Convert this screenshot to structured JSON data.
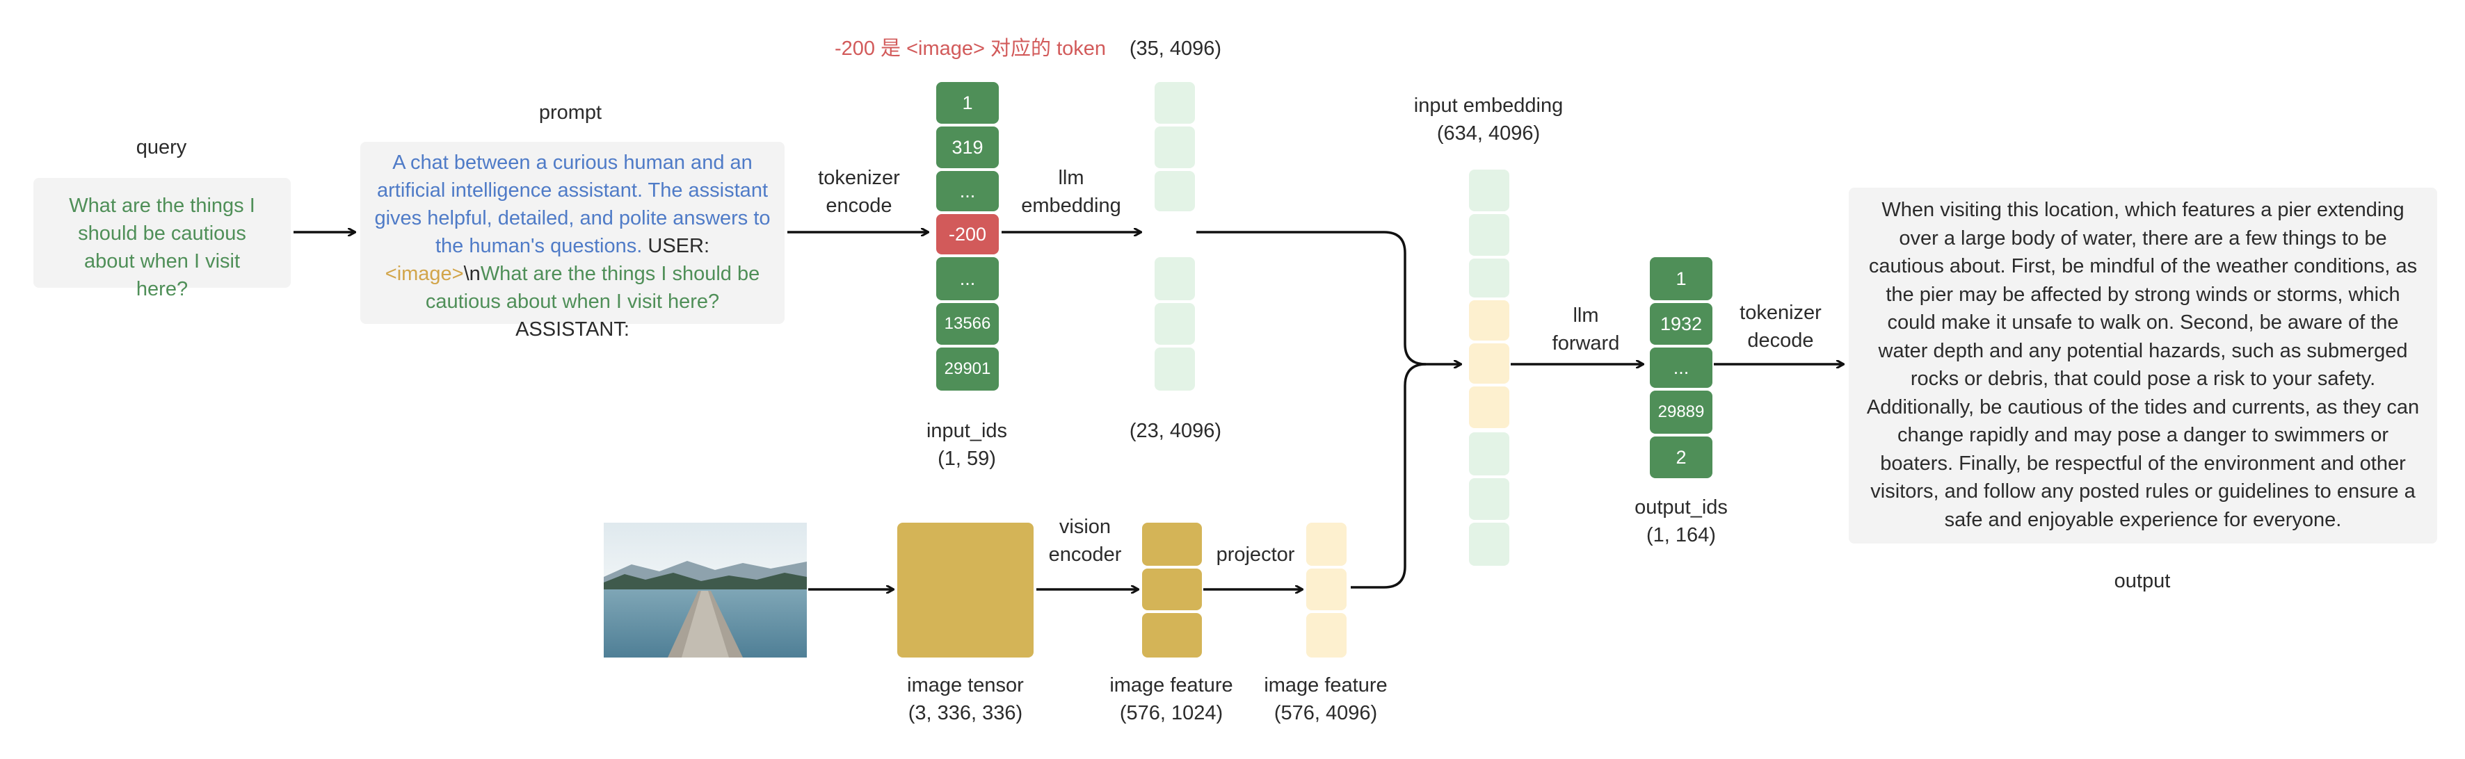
{
  "query": {
    "title": "query",
    "text": "What are the things I should be cautious about when I visit here?"
  },
  "prompt": {
    "title": "prompt",
    "system": "A chat between a curious human and an artificial intelligence assistant. The assistant gives helpful, detailed, and polite answers to the human's questions.",
    "user_tag": "USER:",
    "image_token": "<image>",
    "newline": "\\n",
    "question": "What are the things I should be cautious about when I visit here?",
    "assistant_tag": "ASSISTANT:"
  },
  "steps": {
    "tokenizer_encode_1": "tokenizer",
    "tokenizer_encode_2": "encode",
    "llm_embedding_1": "llm",
    "llm_embedding_2": "embedding",
    "llm_forward_1": "llm",
    "llm_forward_2": "forward",
    "tokenizer_decode_1": "tokenizer",
    "tokenizer_decode_2": "decode",
    "vision_encoder_1": "vision",
    "vision_encoder_2": "encoder",
    "projector": "projector"
  },
  "annotation": {
    "image_token_note": "-200 是 <image> 对应的 token"
  },
  "input_ids": {
    "tokens": [
      "1",
      "319",
      "...",
      "-200",
      "...",
      "13566",
      "29901"
    ],
    "label": "input_ids",
    "shape": "(1, 59)"
  },
  "embedding": {
    "top_shape": "(35, 4096)",
    "bottom_shape": "(23, 4096)"
  },
  "input_embedding": {
    "label": "input embedding",
    "shape": "(634, 4096)"
  },
  "output_ids": {
    "tokens": [
      "1",
      "1932",
      "...",
      "29889",
      "2"
    ],
    "label": "output_ids",
    "shape": "(1, 164)"
  },
  "output": {
    "title": "output",
    "text": "When visiting this location, which features a pier extending over a large body of water, there are a few things to be cautious about. First, be mindful of the weather conditions, as the pier may be affected by strong winds or storms, which could make it unsafe to walk on. Second, be aware of the water depth and any potential hazards, such as submerged rocks or debris, that could pose a risk to your safety. Additionally, be cautious of the tides and currents, as they can change rapidly and may pose a danger to swimmers or boaters. Finally, be respectful of the environment and other visitors, and follow any posted rules or guidelines to ensure a safe and enjoyable experience for everyone."
  },
  "image_tensor": {
    "label": "image tensor",
    "shape": "(3, 336, 336)"
  },
  "image_feature_1": {
    "label": "image feature",
    "shape": "(576, 1024)"
  },
  "image_feature_2": {
    "label": "image feature",
    "shape": "(576, 4096)"
  },
  "colors": {
    "token_green": "#4f8f58",
    "token_red": "#d25a5a",
    "embed_green": "#e3f3e6",
    "embed_yellow": "#fdf0cf",
    "image_gold": "#d4b457",
    "text_blue": "#4f7bc7",
    "text_orange": "#d2a54a"
  }
}
